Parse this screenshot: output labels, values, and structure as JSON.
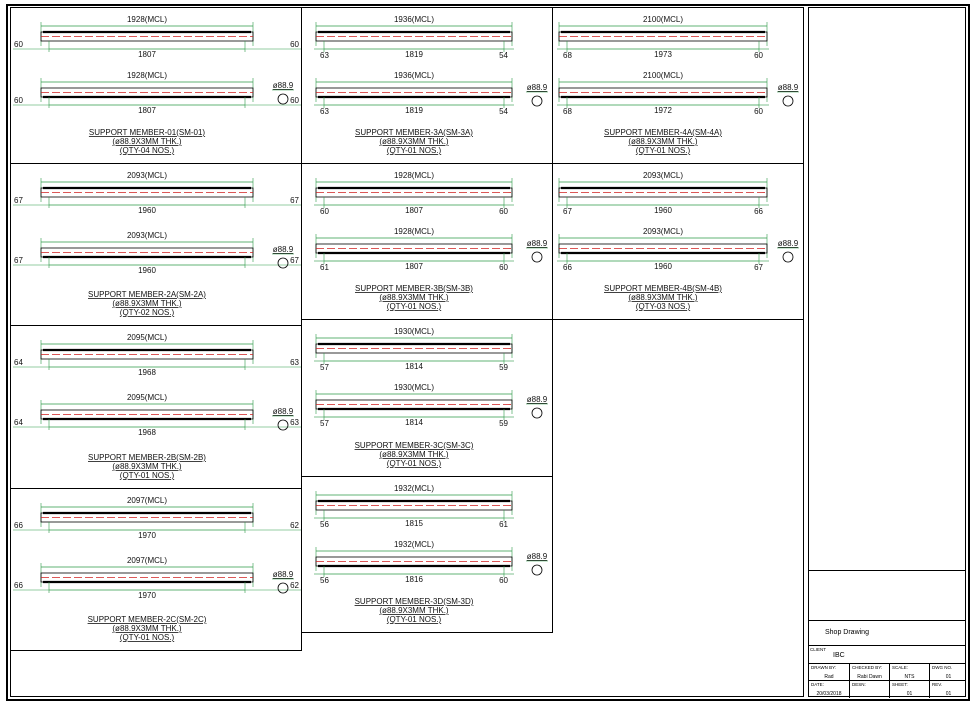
{
  "drawing": {
    "pipe_section_label": "ø88.9",
    "panels": [
      {
        "id": "sm-01",
        "title": "SUPPORT MEMBER-01(SM-01)",
        "spec": "(ø88.9X3MM THK.)",
        "qty": "(QTY-04 NOS.)",
        "views": [
          {
            "mcl": "1928(MCL)",
            "left": "60",
            "mid": "1807",
            "right": "60"
          },
          {
            "mcl": "1928(MCL)",
            "left": "60",
            "mid": "1807",
            "right": "60"
          }
        ]
      },
      {
        "id": "sm-2a",
        "title": "SUPPORT MEMBER-2A(SM-2A)",
        "spec": "(ø88.9X3MM THK.)",
        "qty": "(QTY-02 NOS.)",
        "views": [
          {
            "mcl": "2093(MCL)",
            "left": "67",
            "mid": "1960",
            "right": "67"
          },
          {
            "mcl": "2093(MCL)",
            "left": "67",
            "mid": "1960",
            "right": "67"
          }
        ]
      },
      {
        "id": "sm-2b",
        "title": "SUPPORT MEMBER-2B(SM-2B)",
        "spec": "(ø88.9X3MM THK.)",
        "qty": "(QTY-01 NOS.)",
        "views": [
          {
            "mcl": "2095(MCL)",
            "left": "64",
            "mid": "1968",
            "right": "63"
          },
          {
            "mcl": "2095(MCL)",
            "left": "64",
            "mid": "1968",
            "right": "63"
          }
        ]
      },
      {
        "id": "sm-2c",
        "title": "SUPPORT MEMBER-2C(SM-2C)",
        "spec": "(ø88.9X3MM THK.)",
        "qty": "(QTY-01 NOS.)",
        "views": [
          {
            "mcl": "2097(MCL)",
            "left": "66",
            "mid": "1970",
            "right": "62"
          },
          {
            "mcl": "2097(MCL)",
            "left": "66",
            "mid": "1970",
            "right": "62"
          }
        ]
      },
      {
        "id": "sm-3a",
        "title": "SUPPORT MEMBER-3A(SM-3A)",
        "spec": "(ø88.9X3MM THK.)",
        "qty": "(QTY-01 NOS.)",
        "views": [
          {
            "mcl": "1936(MCL)",
            "left": "63",
            "mid": "1819",
            "right": "54"
          },
          {
            "mcl": "1936(MCL)",
            "left": "63",
            "mid": "1819",
            "right": "54"
          }
        ]
      },
      {
        "id": "sm-3b",
        "title": "SUPPORT MEMBER-3B(SM-3B)",
        "spec": "(ø88.9X3MM THK.)",
        "qty": "(QTY-01 NOS.)",
        "views": [
          {
            "mcl": "1928(MCL)",
            "left": "60",
            "mid": "1807",
            "right": "60"
          },
          {
            "mcl": "1928(MCL)",
            "left": "61",
            "mid": "1807",
            "right": "60"
          }
        ]
      },
      {
        "id": "sm-3c",
        "title": "SUPPORT MEMBER-3C(SM-3C)",
        "spec": "(ø88.9X3MM THK.)",
        "qty": "(QTY-01 NOS.)",
        "views": [
          {
            "mcl": "1930(MCL)",
            "left": "57",
            "mid": "1814",
            "right": "59"
          },
          {
            "mcl": "1930(MCL)",
            "left": "57",
            "mid": "1814",
            "right": "59"
          }
        ]
      },
      {
        "id": "sm-3d",
        "title": "SUPPORT MEMBER-3D(SM-3D)",
        "spec": "(ø88.9X3MM THK.)",
        "qty": "(QTY-01 NOS.)",
        "views": [
          {
            "mcl": "1932(MCL)",
            "left": "56",
            "mid": "1815",
            "right": "61"
          },
          {
            "mcl": "1932(MCL)",
            "left": "56",
            "mid": "1816",
            "right": "60"
          }
        ]
      },
      {
        "id": "sm-4a",
        "title": "SUPPORT MEMBER-4A(SM-4A)",
        "spec": "(ø88.9X3MM THK.)",
        "qty": "(QTY-01 NOS.)",
        "views": [
          {
            "mcl": "2100(MCL)",
            "left": "68",
            "mid": "1973",
            "right": "60"
          },
          {
            "mcl": "2100(MCL)",
            "left": "68",
            "mid": "1972",
            "right": "60"
          }
        ]
      },
      {
        "id": "sm-4b",
        "title": "SUPPORT MEMBER-4B(SM-4B)",
        "spec": "(ø88.9X3MM THK.)",
        "qty": "(QTY-03 NOS.)",
        "views": [
          {
            "mcl": "2093(MCL)",
            "left": "67",
            "mid": "1960",
            "right": "66"
          },
          {
            "mcl": "2093(MCL)",
            "left": "66",
            "mid": "1960",
            "right": "67"
          }
        ]
      }
    ]
  },
  "title_block": {
    "drawing_type": "Shop Drawing",
    "client_label": "CLIENT",
    "client": "IBC",
    "drawn_by_label": "DRAWN BY:",
    "drawn_by": "Rad",
    "checked_by_label": "CHECKED BY:",
    "checked_by": "Rabi Dawn",
    "scale_label": "SCALE:",
    "scale": "NTS",
    "dwg_no_label": "DWG NO.",
    "dwg_no": "01",
    "date_label": "DATE:",
    "date": "20/03/2018",
    "desn_label": "DESN:",
    "desn": "",
    "sheet_label": "SHEET:",
    "sheet": "01",
    "rev_label": "REV.",
    "rev": "01"
  },
  "colors": {
    "dimension": "#2e9a48",
    "centerline": "#d02020",
    "outline": "#000000"
  }
}
